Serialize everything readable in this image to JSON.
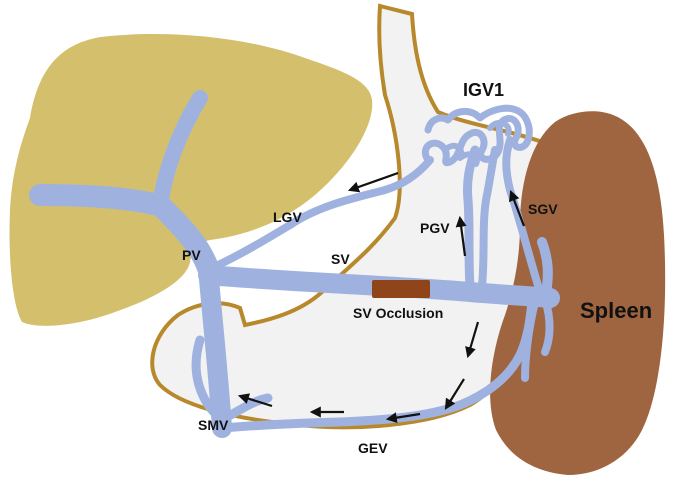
{
  "colors": {
    "liver": "#d4c06c",
    "spleen": "#9e6540",
    "stomach_fill": "#f2f2f2",
    "stomach_outline": "#b8892c",
    "vein": "#9fb2df",
    "occlusion": "#8f4519",
    "arrow": "#111111",
    "igv_label": "#8ec6ea",
    "label": "#111111"
  },
  "labels": {
    "igv1": "IGV1",
    "lgv": "LGV",
    "pv": "PV",
    "sv": "SV",
    "pgv": "PGV",
    "sgv": "SGV",
    "spleen": "Spleen",
    "sv_occlusion": "SV Occlusion",
    "smv": "SMV",
    "gev": "GEV"
  }
}
